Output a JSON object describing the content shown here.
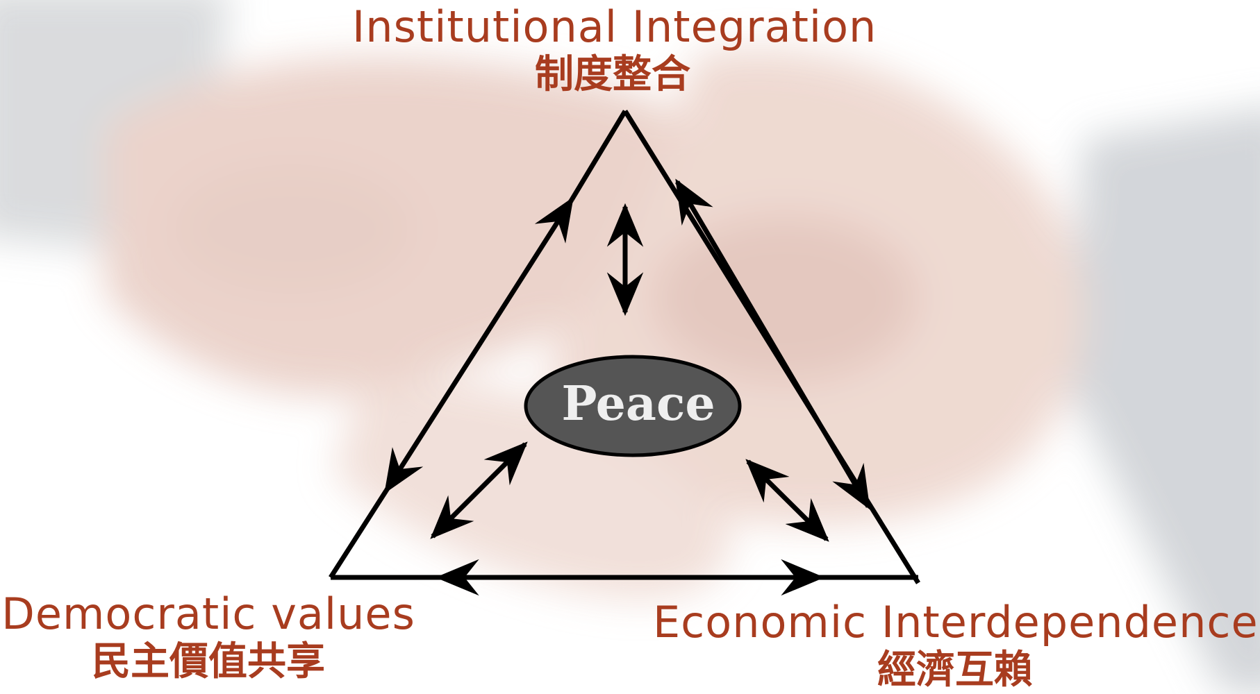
{
  "vertices": {
    "top": {
      "en": "Institutional  Integration",
      "zh": "制度整合"
    },
    "left": {
      "en": "Democratic values",
      "zh": "民主價值共享"
    },
    "right": {
      "en": "Economic Interdependence",
      "zh": "經濟互賴"
    }
  },
  "center": {
    "label": "Peace"
  },
  "colors": {
    "label": "#a83c1f",
    "ellipse_fill": "#555555",
    "ellipse_stroke": "#000000",
    "arrow": "#000000"
  }
}
